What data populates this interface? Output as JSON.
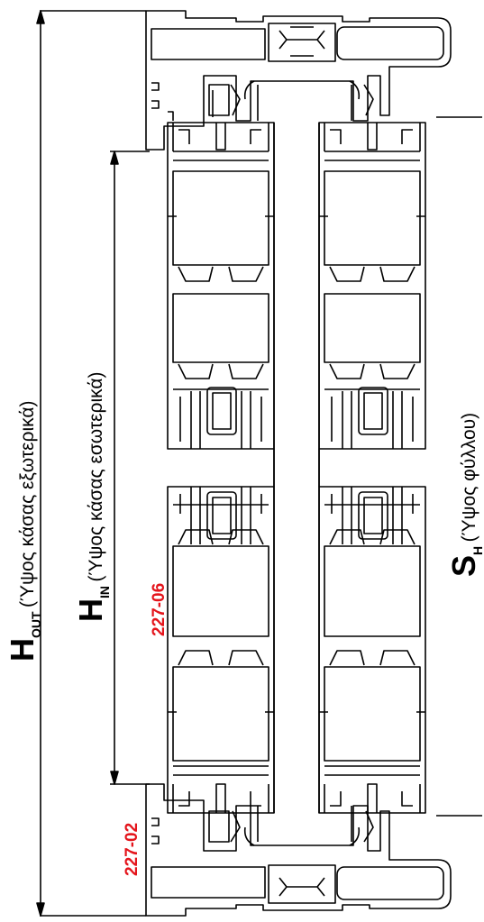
{
  "dimensions": {
    "h_out": {
      "main": "H",
      "sub": "OUT",
      "desc": "(Ύψος κάσας εξωτερικά)"
    },
    "h_in": {
      "main": "H",
      "sub": "IN",
      "desc": "(Ύψος κάσας εσωτερικά)"
    },
    "s_h": {
      "main": "S",
      "sub": "H",
      "desc": "(Ύψος φύλλου)"
    }
  },
  "profile_codes": {
    "sash": "227-06",
    "frame": "227-02"
  },
  "colors": {
    "line": "#000000",
    "fill": "#ffffff",
    "code": "#e4141b"
  }
}
